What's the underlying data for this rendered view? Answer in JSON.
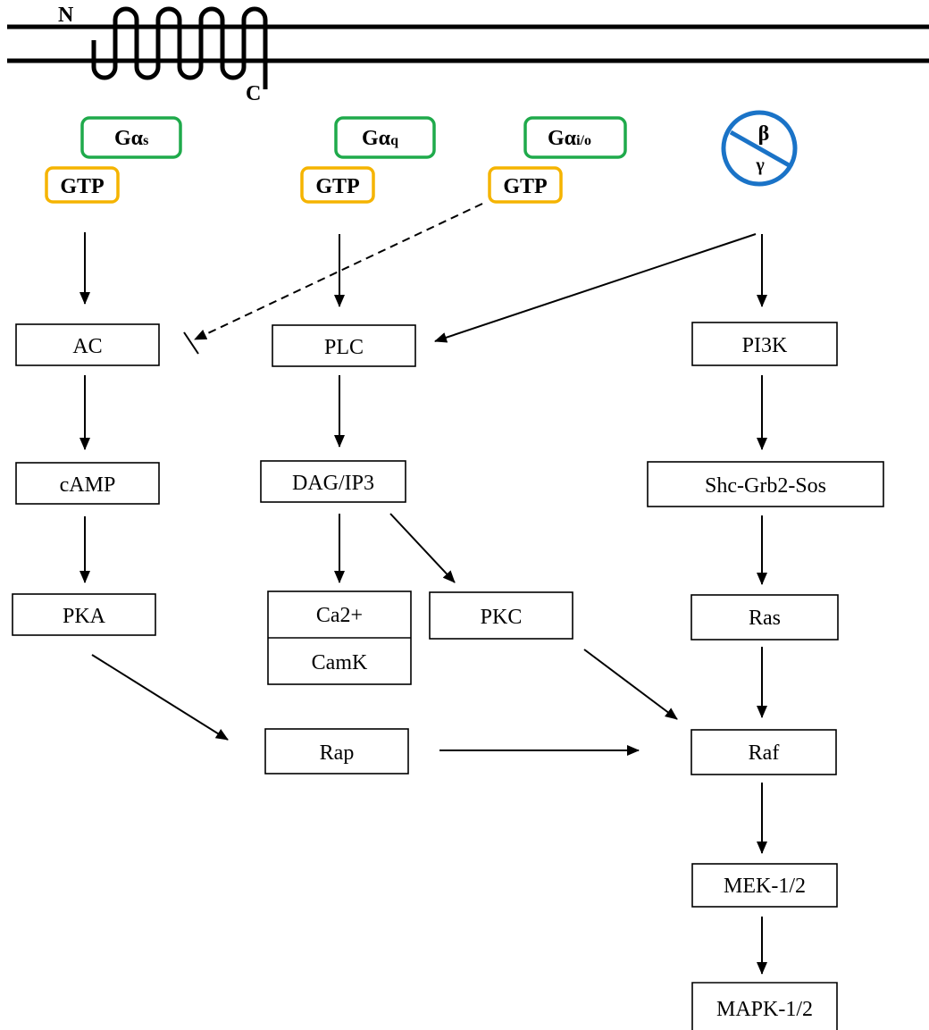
{
  "receptor": {
    "n_label": "N",
    "c_label": "C"
  },
  "g_proteins": {
    "gs": {
      "main": "Gα",
      "sub": "s",
      "gtp": "GTP"
    },
    "gq": {
      "main": "Gα",
      "sub": "q",
      "gtp": "GTP"
    },
    "gio": {
      "main": "Gα",
      "sub": "i/o",
      "gtp": "GTP"
    },
    "beta_gamma": {
      "beta": "β",
      "gamma": "γ"
    }
  },
  "nodes": {
    "ac": "AC",
    "camp": "cAMP",
    "pka": "PKA",
    "plc": "PLC",
    "dag_ip3": "DAG/IP3",
    "ca2": "Ca2+",
    "camk": "CamK",
    "pkc": "PKC",
    "rap": "Rap",
    "pi3k": "PI3K",
    "shc": "Shc-Grb2-Sos",
    "ras": "Ras",
    "raf": "Raf",
    "mek": "MEK-1/2",
    "mapk": "MAPK-1/2"
  },
  "colors": {
    "g_alpha_border": "#1faa4b",
    "gtp_border": "#f5b400",
    "beta_gamma_border": "#1a73c7",
    "line": "#000000"
  }
}
